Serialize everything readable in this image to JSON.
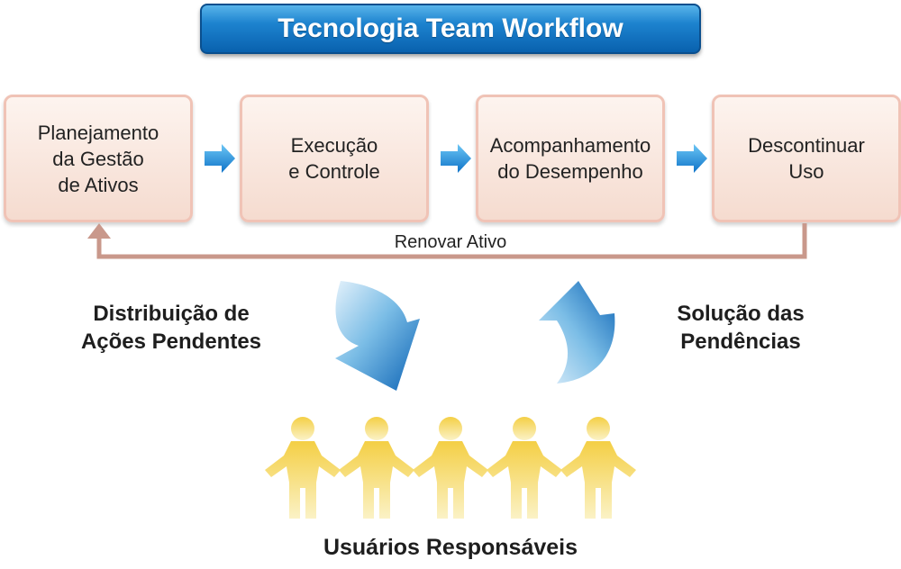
{
  "title": "Tecnologia Team Workflow",
  "steps": [
    {
      "label": "Planejamento\nda Gestão\nde Ativos"
    },
    {
      "label": "Execução\ne Controle"
    },
    {
      "label": "Acompanhamento\ndo Desempenho"
    },
    {
      "label": "Descontinuar\nUso"
    }
  ],
  "feedback_label": "Renovar Ativo",
  "left_label": "Distribuição de\nAções Pendentes",
  "right_label": "Solução das\nPendências",
  "bottom_label": "Usuários Responsáveis",
  "colors": {
    "banner": "#1d83cf",
    "box_border": "#f0c3b6",
    "box_fill": "#f5dbcf",
    "flow_arrow": "#1f8fe0",
    "feedback_line": "#c9988b",
    "people": "#f3cf50"
  },
  "icons": [
    "right-arrow-icon",
    "curved-down-arrow-icon",
    "curved-up-arrow-icon",
    "person-icon"
  ]
}
